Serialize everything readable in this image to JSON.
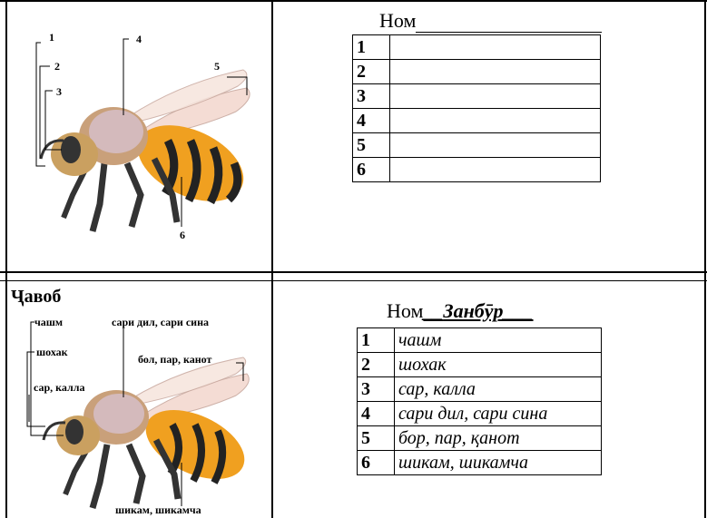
{
  "question": {
    "title_prefix": "Ном",
    "numbers": [
      "1",
      "2",
      "3",
      "4",
      "5",
      "6"
    ],
    "diagram_labels": [
      "1",
      "2",
      "3",
      "4",
      "5",
      "6"
    ]
  },
  "answer": {
    "heading": "Ҷавоб",
    "title_prefix": "Ном",
    "title_blank_left": "__",
    "title_answer": "Занбӯр",
    "title_blank_right": "___",
    "rows": [
      {
        "n": "1",
        "text": "чашм"
      },
      {
        "n": "2",
        "text": "шохак"
      },
      {
        "n": "3",
        "text": "сар, калла"
      },
      {
        "n": "4",
        "text": "сари дил, сари сина"
      },
      {
        "n": "5",
        "text": "бор, пар, қанот"
      },
      {
        "n": "6",
        "text": "шикам, шикамча"
      }
    ],
    "diagram_labels": {
      "eye": "чашм",
      "thorax": "сари дил, сари сина",
      "antenna": "шохак",
      "wings": "бол, пар, канот",
      "head": "сар, калла",
      "abdomen": "шикам, шикамча"
    }
  }
}
